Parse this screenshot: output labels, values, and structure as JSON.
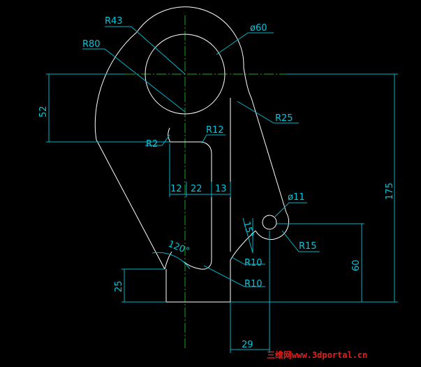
{
  "drawing": {
    "labels": {
      "r43": "R43",
      "dia60": "ø60",
      "r80": "R80",
      "dim52": "52",
      "r25": "R25",
      "r12": "R12",
      "r2": "R2",
      "d12": "12",
      "d22": "22",
      "d13": "13",
      "dim175": "175",
      "dia11": "ø11",
      "ang15": "15°",
      "r15": "R15",
      "ang120": "120°",
      "r10a": "R10",
      "dim60": "60",
      "r10b": "R10",
      "dim25": "25",
      "dim29": "29"
    },
    "watermark": "三维网www.3dportal.cn",
    "colors": {
      "background": "#000000",
      "geometry": "#ffffff",
      "dimension": "#00b4c8",
      "centerline": "#1fa31f",
      "watermark": "#e0201c"
    }
  }
}
